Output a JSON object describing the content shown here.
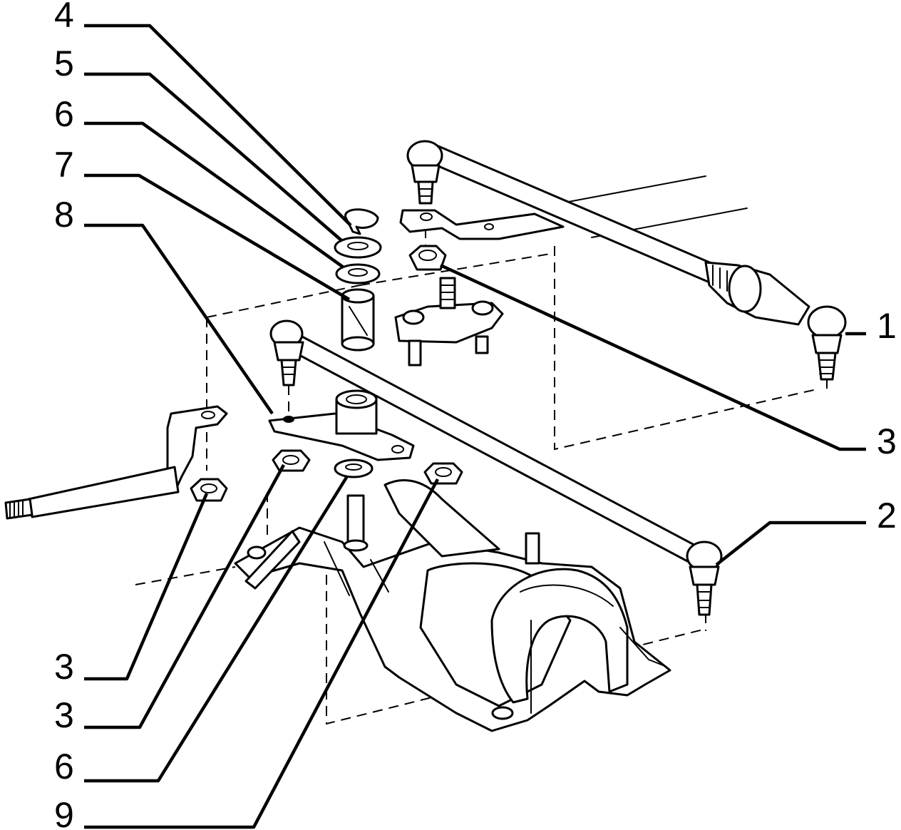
{
  "diagram": {
    "callouts": [
      {
        "id": "c4",
        "label": "4"
      },
      {
        "id": "c5",
        "label": "5"
      },
      {
        "id": "c6a",
        "label": "6"
      },
      {
        "id": "c7",
        "label": "7"
      },
      {
        "id": "c8",
        "label": "8"
      },
      {
        "id": "c1",
        "label": "1"
      },
      {
        "id": "c3a",
        "label": "3"
      },
      {
        "id": "c2",
        "label": "2"
      },
      {
        "id": "c3b",
        "label": "3"
      },
      {
        "id": "c3c",
        "label": "3"
      },
      {
        "id": "c6b",
        "label": "6"
      },
      {
        "id": "c9",
        "label": "9"
      }
    ]
  }
}
